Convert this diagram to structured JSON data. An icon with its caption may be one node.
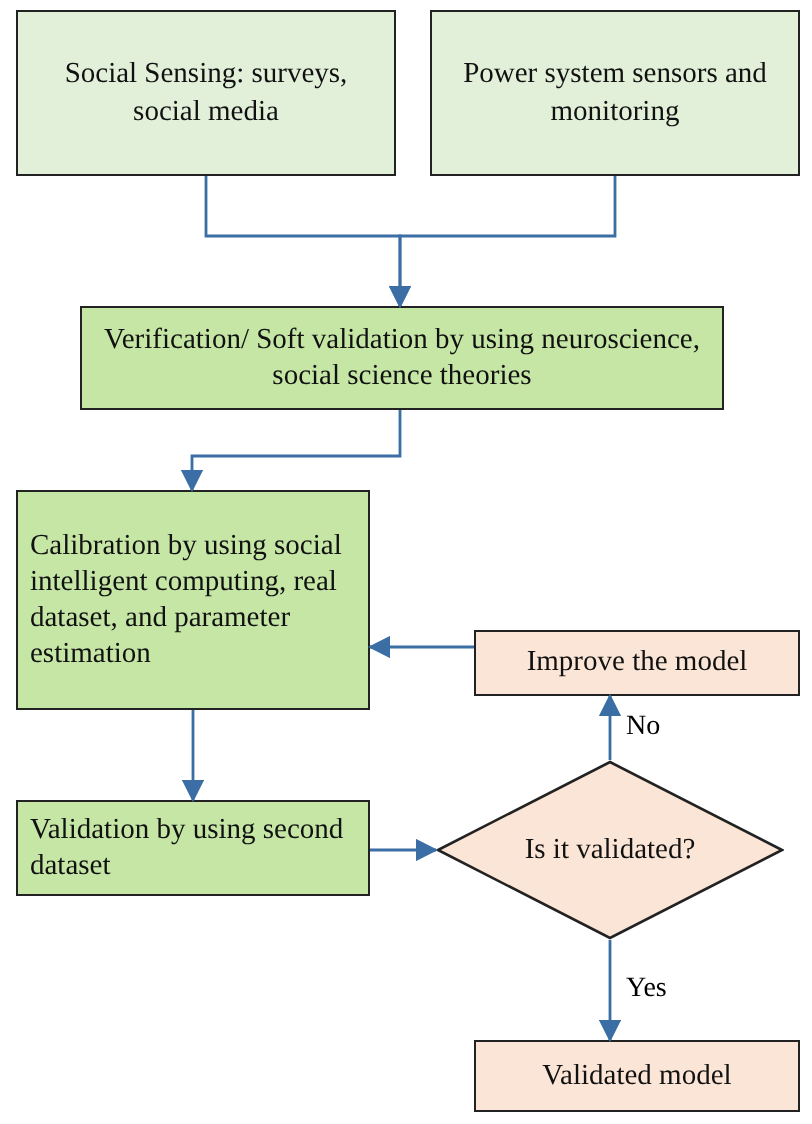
{
  "diagram": {
    "nodes": [
      {
        "text": [
          "Social Sensing: surveys, social media"
        ]
      },
      {
        "text": [
          "Power system sensors and monitoring"
        ]
      },
      {
        "text": [
          "Verification/ Soft validation by using neuroscience, social science theories"
        ]
      },
      {
        "text": [
          "Calibration by using social intelligent computing, real dataset, and parameter estimation"
        ]
      },
      {
        "text": [
          "Improve the model"
        ]
      },
      {
        "text": [
          "Validation by using second dataset"
        ]
      },
      {
        "text": [
          "Is it validated?"
        ]
      },
      {
        "text": [
          "Validated model"
        ]
      }
    ],
    "edges": [
      {
        "from": 0,
        "to": 2,
        "arrow": "to"
      },
      {
        "from": 1,
        "to": 2,
        "arrow": "to"
      },
      {
        "from": 2,
        "to": 3,
        "arrow": "to"
      },
      {
        "from": 4,
        "to": 3,
        "arrow": "to"
      },
      {
        "from": 3,
        "to": 5,
        "arrow": "to"
      },
      {
        "from": 5,
        "to": 6,
        "arrow": "to"
      },
      {
        "from": 6,
        "to": 4,
        "arrow": "to",
        "label": "No"
      },
      {
        "from": 6,
        "to": 7,
        "arrow": "to",
        "label": "Yes"
      }
    ]
  }
}
